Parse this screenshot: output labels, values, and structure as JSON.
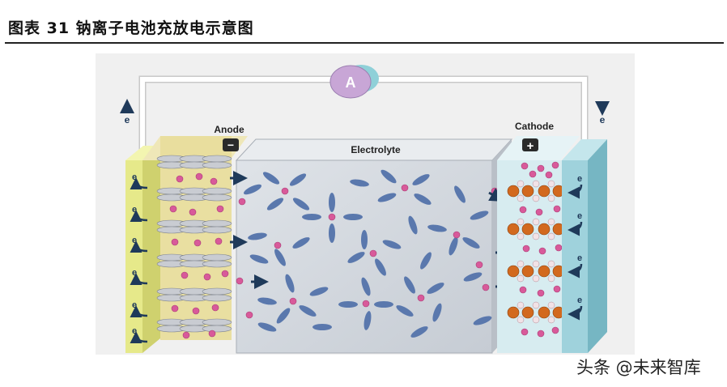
{
  "figure": {
    "title": "图表 31 钠离子电池充放电示意图",
    "watermark": "头条 @未来智库"
  },
  "diagram": {
    "ammeter_label": "A",
    "anode_label": "Anode",
    "cathode_label": "Cathode",
    "electrolyte_label": "Electrolyte",
    "anode_sign": "−",
    "cathode_sign": "+",
    "electron_label": "e",
    "colors": {
      "background": "#f0f0f0",
      "anode_collector": "#e6e98a",
      "anode_material": "#e8dd9c",
      "electrolyte": "#d4d8de",
      "cathode_collector": "#9fd2dc",
      "cathode_material": "#d7ecf0",
      "sodium_ion": "#d85a9a",
      "solvent_molecule": "#5a78ad",
      "cathode_oxide": "#d2691e",
      "wire": "#ffffff",
      "arrow": "#1f3a5a"
    }
  }
}
